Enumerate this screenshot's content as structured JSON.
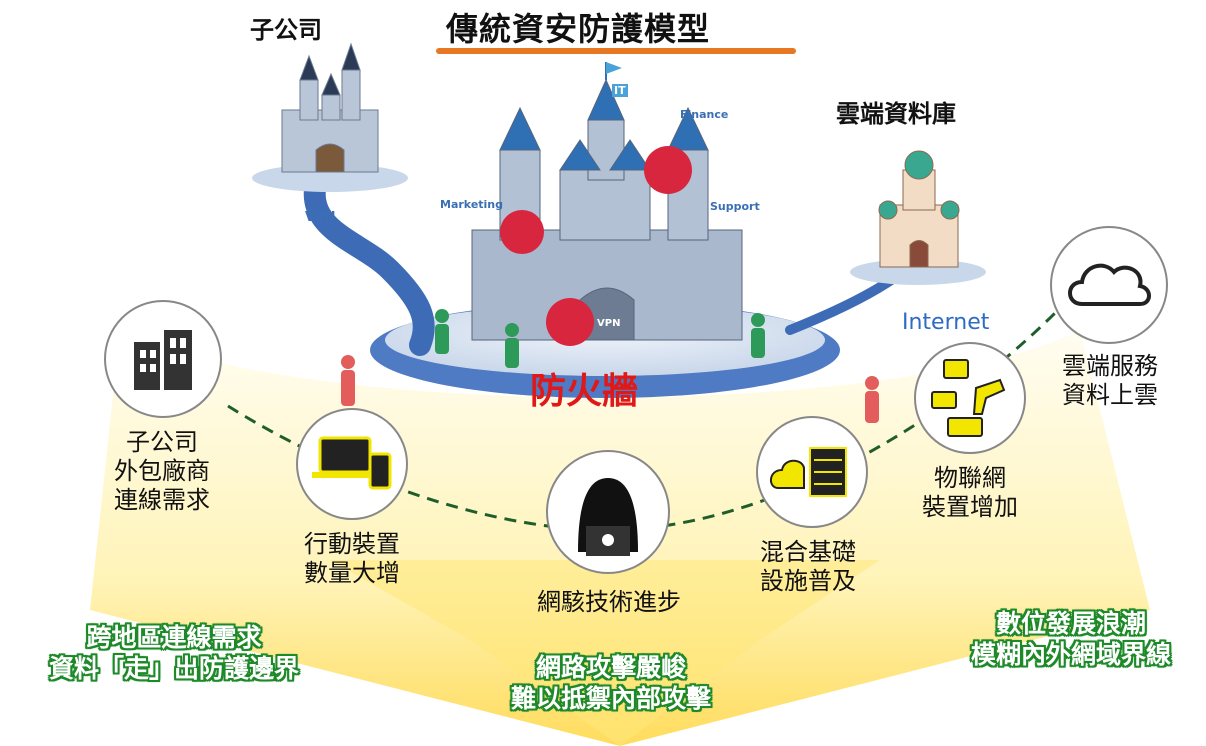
{
  "title": "傳統資安防護模型",
  "labels": {
    "subsidiary_top": "子公司",
    "cloud_db": "雲端資料庫",
    "vpn_left": "VPN",
    "vpn_center": "VPN",
    "firewall": "防火牆",
    "internet": "Internet",
    "dept_it": "IT",
    "dept_finance": "Finance",
    "dept_marketing": "Marketing",
    "dept_support": "Support"
  },
  "circle_items": [
    {
      "text": "子公司\n外包廠商\n連線需求",
      "icon": "building-icon"
    },
    {
      "text": "行動裝置\n數量大增",
      "icon": "mobile-devices-icon"
    },
    {
      "text": "網駭技術進步",
      "icon": "hacker-icon"
    },
    {
      "text": "混合基礎\n設施普及",
      "icon": "hybrid-cloud-server-icon"
    },
    {
      "text": "物聯網\n裝置增加",
      "icon": "iot-devices-icon"
    },
    {
      "text": "雲端服務\n資料上雲",
      "icon": "cloud-icon"
    }
  ],
  "summaries": {
    "left": "跨地區連線需求\n資料「走」出防護邊界",
    "center": "網路攻擊嚴峻\n難以抵禦內部攻擊",
    "right": "數位發展浪潮\n模糊內外網域界線"
  },
  "colors": {
    "accent_orange": "#e87722",
    "firewall_red": "#e01818",
    "summary_green": "#1f8a2a",
    "internet_blue": "#2e6bc4",
    "icon_yellow": "#f2e500",
    "virus_red": "#d7263d"
  }
}
